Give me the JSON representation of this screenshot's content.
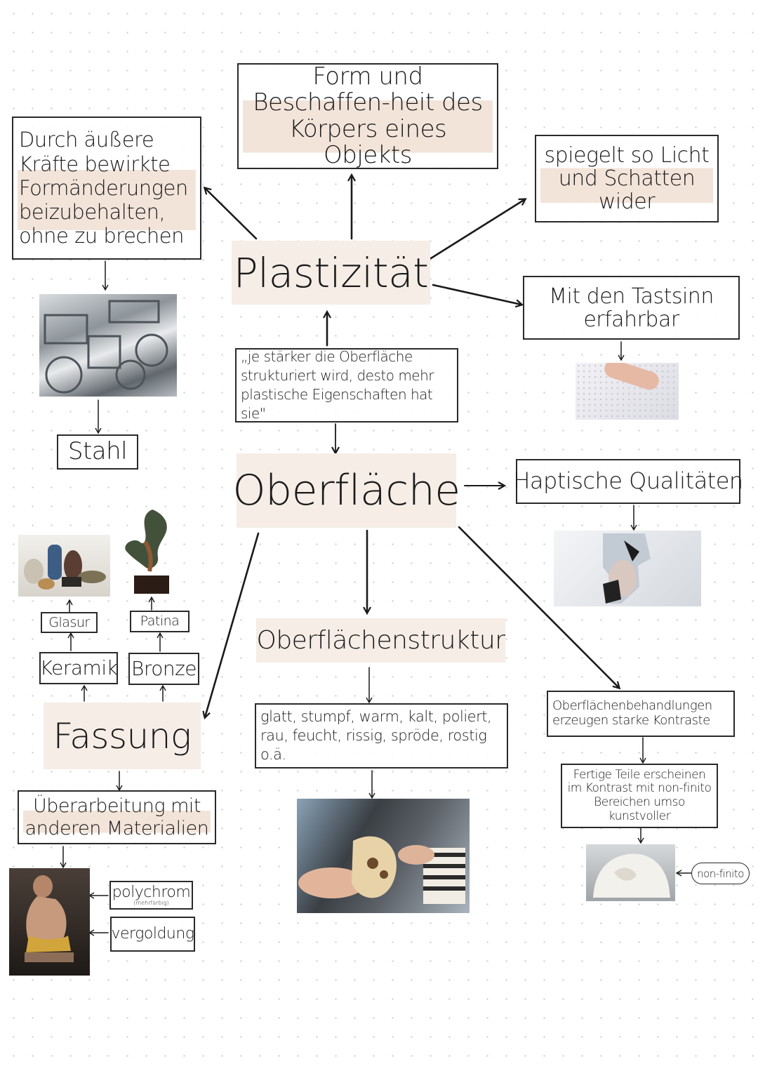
{
  "center": {
    "plastizitaet": "Plastizität",
    "oberflaeche": "Oberfläche",
    "quote": "„je stärker die Oberfläche strukturiert wird, desto mehr plastische Eigenschaften hat sie\""
  },
  "top": {
    "form": "Form und Beschaffen-heit des Körpers eines Objekts",
    "aussere": "Durch äußere Kräfte bewirkte Formänderungen beizubehalten, ohne zu brechen",
    "spiegelt": "spiegelt so Licht und Schatten wider",
    "tastsinn": "Mit den Tastsinn erfahrbar"
  },
  "left": {
    "stahl": "Stahl",
    "glasur": "Glasur",
    "patina": "Patina",
    "keramik": "Keramik",
    "bronze": "Bronze",
    "fassung": "Fassung",
    "ueberarbeitung": "Überarbeitung mit anderen Materialien",
    "polychrom": "polychrom",
    "polychrom_sub": "(mehrfarbig)",
    "vergoldung": "vergoldung"
  },
  "middle": {
    "struktur": "Oberflächenstruktur",
    "eigenschaften": "glatt, stumpf, warm, kalt, poliert, rau, feucht, rissig, spröde, rostig o.ä."
  },
  "right": {
    "haptisch": "Haptische Qualitäten",
    "behandlungen": "Oberflächenbehandlungen erzeugen starke Kontraste",
    "fertige": "Fertige Teile erscheinen im Kontrast mit non-finito Bereichen umso kunstvoller",
    "nonfinito": "non-finito"
  },
  "colors": {
    "highlight": "#f5ede6",
    "ink": "#1a1a1a"
  }
}
